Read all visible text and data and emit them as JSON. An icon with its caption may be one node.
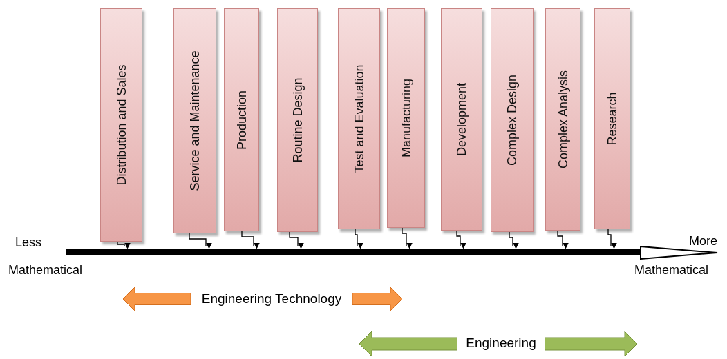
{
  "diagram": {
    "nodes": [
      {
        "text": [
          "Distribution and Sales"
        ]
      },
      {
        "text": [
          "Service and Maintenance"
        ]
      },
      {
        "text": [
          "Production"
        ]
      },
      {
        "text": [
          "Routine Design"
        ]
      },
      {
        "text": [
          "Test and Evaluation"
        ]
      },
      {
        "text": [
          "Manufacturing"
        ]
      },
      {
        "text": [
          "Development"
        ]
      },
      {
        "text": [
          "Complex Design"
        ]
      },
      {
        "text": [
          "Complex Analysis"
        ]
      },
      {
        "text": [
          "Research"
        ]
      },
      {
        "text": [],
        "shape": "bar"
      }
    ],
    "edges": [
      {
        "from": 0,
        "to": 10,
        "arrow": "to"
      },
      {
        "from": 1,
        "to": 10,
        "arrow": "to"
      },
      {
        "from": 2,
        "to": 10,
        "arrow": "to"
      },
      {
        "from": 3,
        "to": 10,
        "arrow": "to"
      },
      {
        "from": 4,
        "to": 10,
        "arrow": "to"
      },
      {
        "from": 5,
        "to": 10,
        "arrow": "to"
      },
      {
        "from": 6,
        "to": 10,
        "arrow": "to"
      },
      {
        "from": 7,
        "to": 10,
        "arrow": "to"
      },
      {
        "from": 8,
        "to": 10,
        "arrow": "to"
      },
      {
        "from": 9,
        "to": 10,
        "arrow": "to"
      }
    ],
    "labels": [
      "Less",
      "Mathematical",
      "More",
      "Mathematical",
      "Engineering Technology",
      "Engineering"
    ]
  }
}
